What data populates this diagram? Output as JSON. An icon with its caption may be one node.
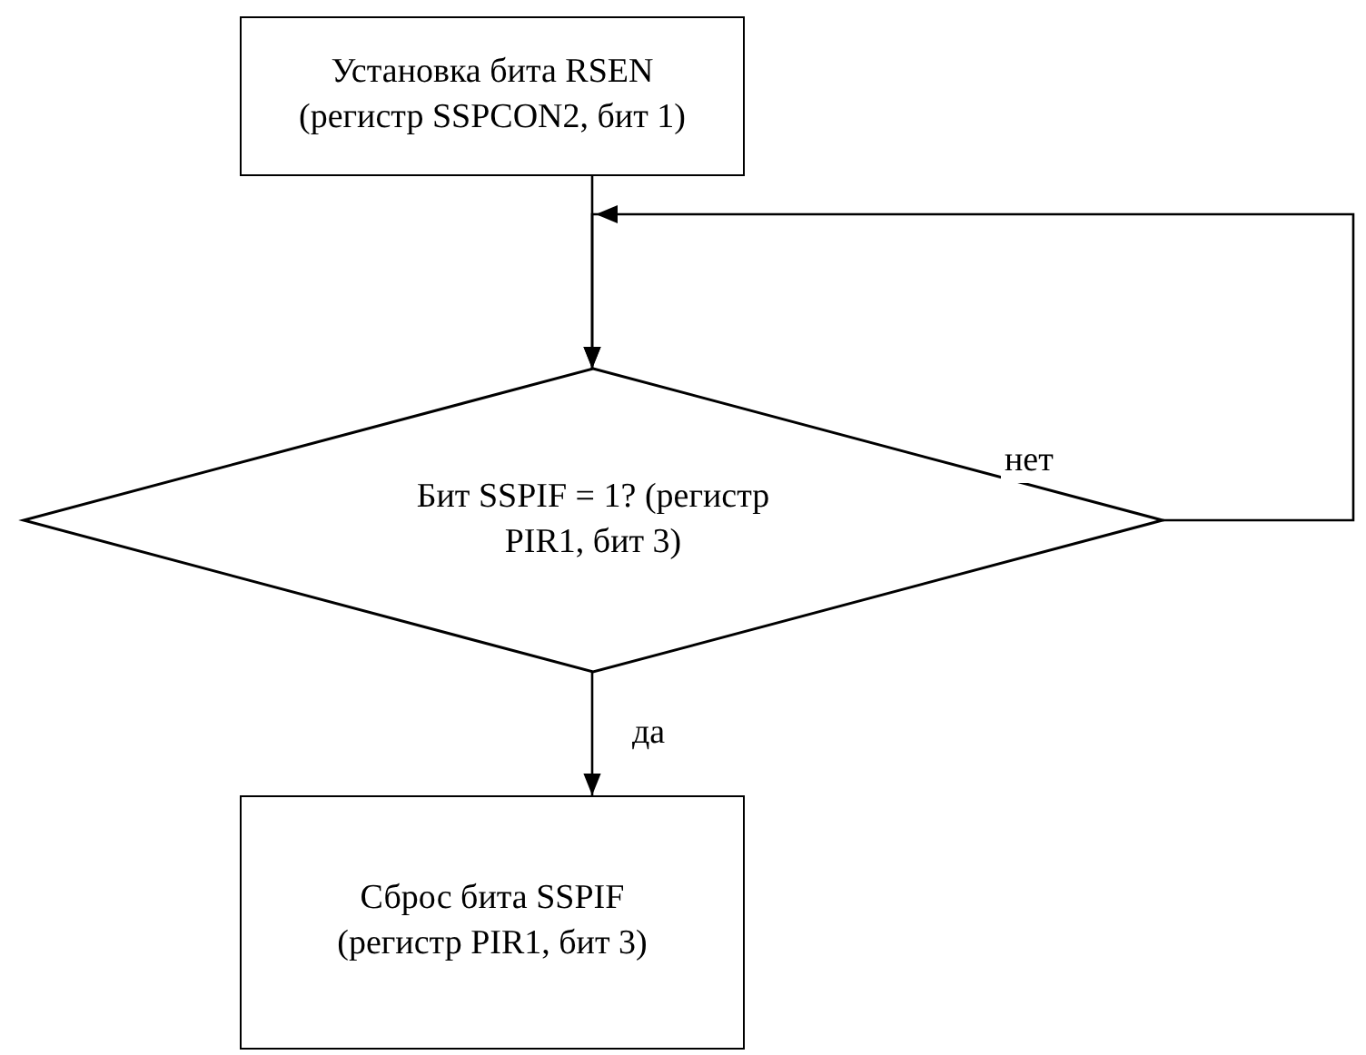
{
  "diagram": {
    "nodes": [
      {
        "text": [
          "Установка бита RSEN (регистр SSPCON2, бит 1)"
        ]
      },
      {
        "text": [
          "Бит SSPIF = 1? (регистр PIR1, бит 3)"
        ]
      },
      {
        "text": [
          "Сброс бита SSPIF (регистр PIR1, бит 3)"
        ]
      }
    ],
    "edges": [
      {
        "from": 0,
        "to": 1,
        "arrow": "to"
      },
      {
        "from": 1,
        "to": 1,
        "arrow": "to",
        "label": "нет"
      },
      {
        "from": 1,
        "to": 2,
        "arrow": "to",
        "label": "да"
      }
    ]
  }
}
